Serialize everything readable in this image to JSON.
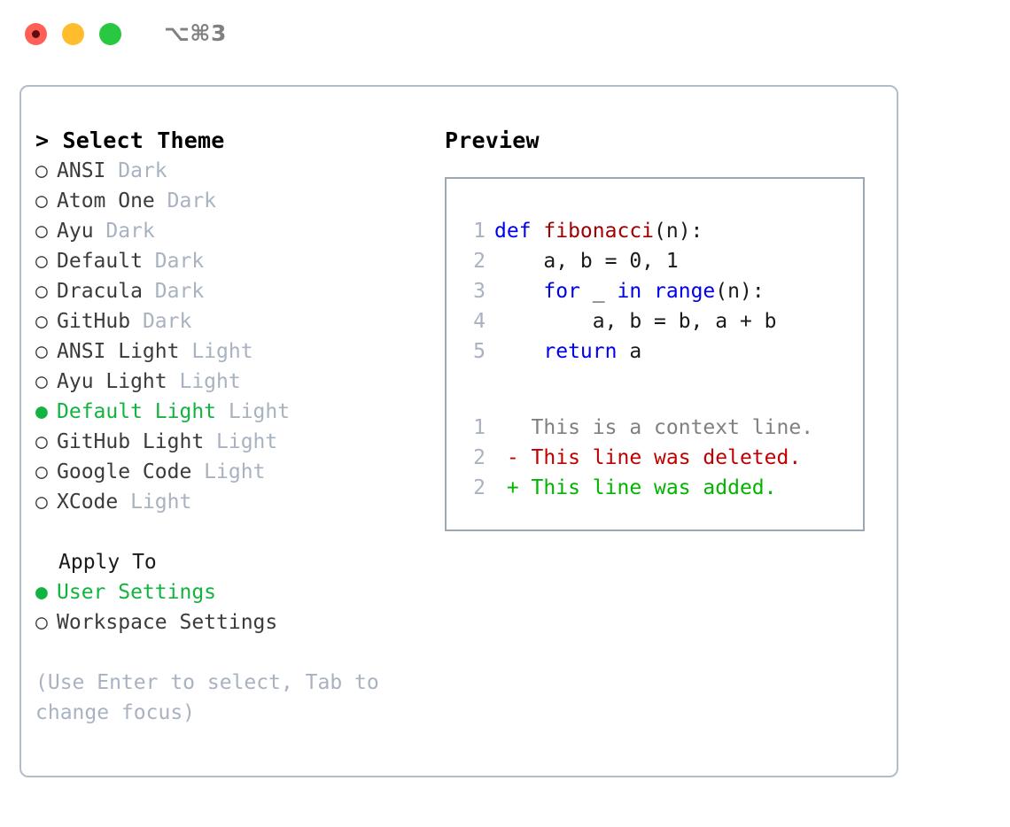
{
  "titlebar": {
    "shortcut": "⌥⌘3",
    "buttons": [
      {
        "name": "close",
        "color": "#ff5f57"
      },
      {
        "name": "minimize",
        "color": "#ffbd2e"
      },
      {
        "name": "zoom",
        "color": "#28c840"
      }
    ]
  },
  "colors": {
    "selected_green": "#12b33f",
    "muted": "#a8b2c0",
    "keyword_blue": "#0000ee",
    "function_red": "#a00000",
    "diff_added": "#00b400",
    "diff_deleted": "#c00000",
    "diff_context": "#808080",
    "border": "#b3bcc9",
    "preview_border": "#9aa7b5"
  },
  "left": {
    "title": "> Select Theme",
    "themes": [
      {
        "bullet": "○",
        "name": "ANSI",
        "variant": "Dark",
        "selected": false
      },
      {
        "bullet": "○",
        "name": "Atom One",
        "variant": "Dark",
        "selected": false
      },
      {
        "bullet": "○",
        "name": "Ayu",
        "variant": "Dark",
        "selected": false
      },
      {
        "bullet": "○",
        "name": "Default",
        "variant": "Dark",
        "selected": false
      },
      {
        "bullet": "○",
        "name": "Dracula",
        "variant": "Dark",
        "selected": false
      },
      {
        "bullet": "○",
        "name": "GitHub",
        "variant": "Dark",
        "selected": false
      },
      {
        "bullet": "○",
        "name": "ANSI Light",
        "variant": "Light",
        "selected": false
      },
      {
        "bullet": "○",
        "name": "Ayu Light",
        "variant": "Light",
        "selected": false
      },
      {
        "bullet": "●",
        "name": "Default Light",
        "variant": "Light",
        "selected": true
      },
      {
        "bullet": "○",
        "name": "GitHub Light",
        "variant": "Light",
        "selected": false
      },
      {
        "bullet": "○",
        "name": "Google Code",
        "variant": "Light",
        "selected": false
      },
      {
        "bullet": "○",
        "name": "XCode",
        "variant": "Light",
        "selected": false
      }
    ],
    "apply_to_heading": "Apply To",
    "apply_to_options": [
      {
        "bullet": "●",
        "name": "User Settings",
        "selected": true
      },
      {
        "bullet": "○",
        "name": "Workspace Settings",
        "selected": false
      }
    ],
    "hint": "(Use Enter to select, Tab to change focus)"
  },
  "right": {
    "title": "Preview",
    "code_lines": [
      {
        "lineno": "1",
        "tokens": [
          {
            "text": "def ",
            "type": "kw"
          },
          {
            "text": "fibonacci",
            "type": "fn"
          },
          {
            "text": "(n):",
            "type": "punc"
          }
        ]
      },
      {
        "lineno": "2",
        "tokens": [
          {
            "text": "    a, b = 0, 1",
            "type": "plain"
          }
        ]
      },
      {
        "lineno": "3",
        "tokens": [
          {
            "text": "    ",
            "type": "plain"
          },
          {
            "text": "for",
            "type": "kw"
          },
          {
            "text": " _ ",
            "type": "plain"
          },
          {
            "text": "in",
            "type": "kw"
          },
          {
            "text": " ",
            "type": "plain"
          },
          {
            "text": "range",
            "type": "kw"
          },
          {
            "text": "(n):",
            "type": "punc"
          }
        ]
      },
      {
        "lineno": "4",
        "tokens": [
          {
            "text": "        a, b = b, a + b",
            "type": "plain"
          }
        ]
      },
      {
        "lineno": "5",
        "tokens": [
          {
            "text": "    ",
            "type": "plain"
          },
          {
            "text": "return",
            "type": "kw"
          },
          {
            "text": " a",
            "type": "plain"
          }
        ]
      }
    ],
    "diff_lines": [
      {
        "lineno": "1",
        "marker": " ",
        "text": " This is a context line.",
        "kind": "context"
      },
      {
        "lineno": "2",
        "marker": "-",
        "text": " This line was deleted.",
        "kind": "deleted"
      },
      {
        "lineno": "2",
        "marker": "+",
        "text": " This line was added.",
        "kind": "added"
      }
    ]
  }
}
